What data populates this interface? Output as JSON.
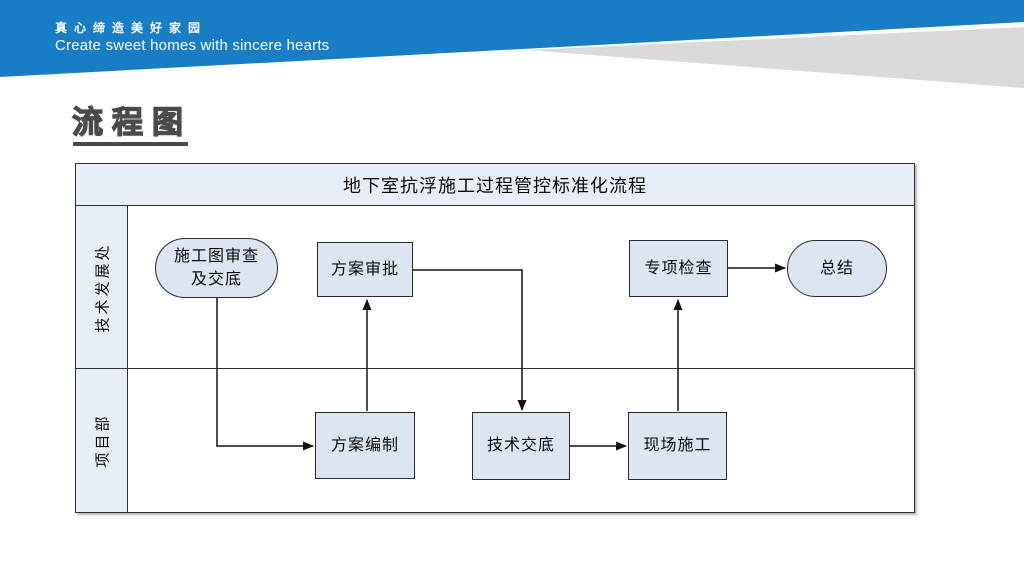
{
  "banner": {
    "slogan_zh": "真心缔造美好家园",
    "slogan_en": "Create sweet homes with sincere hearts"
  },
  "page": {
    "title": "流程图"
  },
  "colors": {
    "banner_blue": "#187dc4",
    "banner_gray_wedge": "#d8dadb",
    "node_fill": "#dce5f2",
    "table_header_fill": "#e8eef8",
    "line_dark": "#2f2f2f"
  },
  "flowchart": {
    "header": "地下室抗浮施工过程管控标准化流程",
    "lanes": [
      {
        "label": "技术发展处"
      },
      {
        "label": "项目部"
      }
    ],
    "nodes": [
      {
        "name": "drawing-review",
        "shape": "stadium",
        "label": "施工图审查\n及交底"
      },
      {
        "name": "plan-approval",
        "shape": "rect",
        "label": "方案审批"
      },
      {
        "name": "special-inspection",
        "shape": "rect",
        "label": "专项检查"
      },
      {
        "name": "summary",
        "shape": "stadium",
        "label": "总结"
      },
      {
        "name": "plan-preparation",
        "shape": "rect",
        "label": "方案编制"
      },
      {
        "name": "technical-disclosure",
        "shape": "rect",
        "label": "技术交底"
      },
      {
        "name": "site-construction",
        "shape": "rect",
        "label": "现场施工"
      }
    ]
  }
}
